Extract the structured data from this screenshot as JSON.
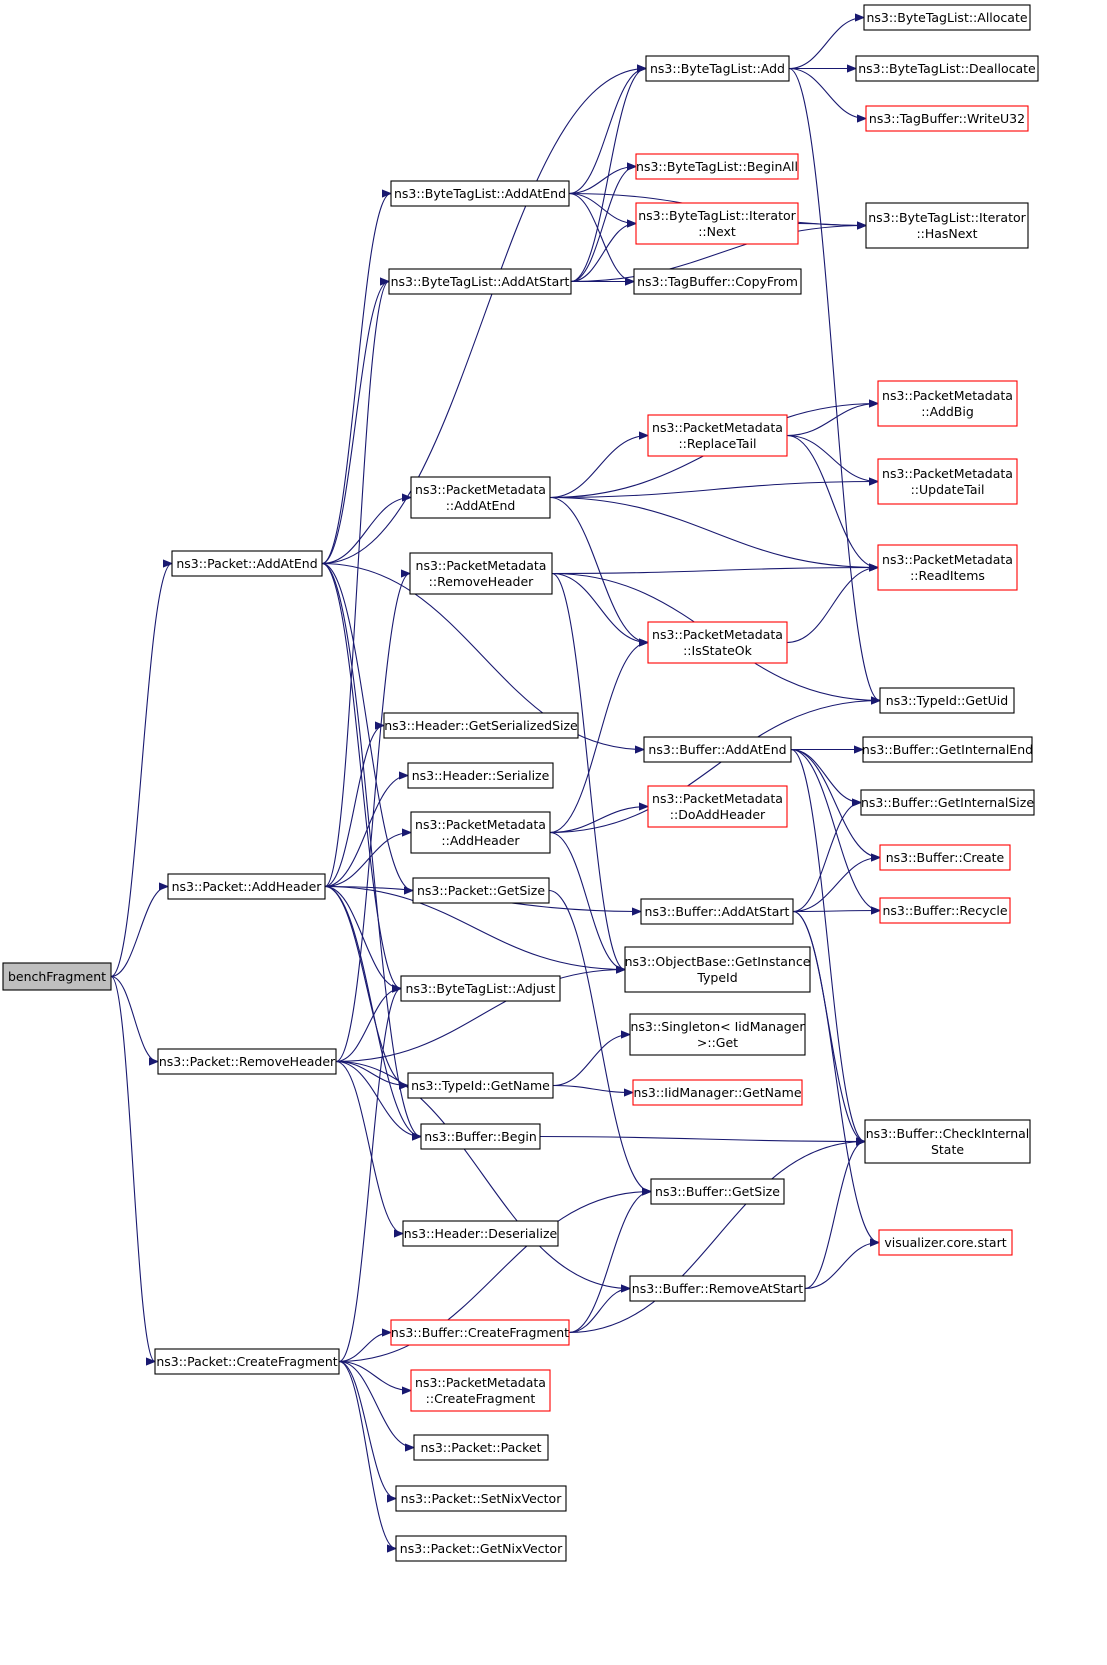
{
  "colors": {
    "edge": "#191970",
    "border_normal": "#000000",
    "border_truncated": "#ff0000",
    "root_fill": "#bfbfbf",
    "node_fill": "#ffffff"
  },
  "nodes": [
    {
      "id": "benchFragment",
      "lines": [
        "benchFragment"
      ],
      "style": "root"
    },
    {
      "id": "pkt_addatend",
      "lines": [
        "ns3::Packet::AddAtEnd"
      ],
      "style": "normal"
    },
    {
      "id": "pkt_addheader",
      "lines": [
        "ns3::Packet::AddHeader"
      ],
      "style": "normal"
    },
    {
      "id": "pkt_removeheader",
      "lines": [
        "ns3::Packet::RemoveHeader"
      ],
      "style": "normal"
    },
    {
      "id": "pkt_createfragment",
      "lines": [
        "ns3::Packet::CreateFragment"
      ],
      "style": "normal"
    },
    {
      "id": "btl_addatend",
      "lines": [
        "ns3::ByteTagList::AddAtEnd"
      ],
      "style": "normal"
    },
    {
      "id": "btl_addatstart",
      "lines": [
        "ns3::ByteTagList::AddAtStart"
      ],
      "style": "normal"
    },
    {
      "id": "pm_addatend",
      "lines": [
        "ns3::PacketMetadata",
        "::AddAtEnd"
      ],
      "style": "normal"
    },
    {
      "id": "pm_removeheader",
      "lines": [
        "ns3::PacketMetadata",
        "::RemoveHeader"
      ],
      "style": "normal"
    },
    {
      "id": "hdr_getsersize",
      "lines": [
        "ns3::Header::GetSerializedSize"
      ],
      "style": "normal"
    },
    {
      "id": "hdr_serialize",
      "lines": [
        "ns3::Header::Serialize"
      ],
      "style": "normal"
    },
    {
      "id": "pm_addheader",
      "lines": [
        "ns3::PacketMetadata",
        "::AddHeader"
      ],
      "style": "normal"
    },
    {
      "id": "pkt_getsize",
      "lines": [
        "ns3::Packet::GetSize"
      ],
      "style": "normal"
    },
    {
      "id": "btl_adjust",
      "lines": [
        "ns3::ByteTagList::Adjust"
      ],
      "style": "normal"
    },
    {
      "id": "typeid_getname",
      "lines": [
        "ns3::TypeId::GetName"
      ],
      "style": "normal"
    },
    {
      "id": "buf_begin",
      "lines": [
        "ns3::Buffer::Begin"
      ],
      "style": "normal"
    },
    {
      "id": "hdr_deserialize",
      "lines": [
        "ns3::Header::Deserialize"
      ],
      "style": "normal"
    },
    {
      "id": "buf_createfragment",
      "lines": [
        "ns3::Buffer::CreateFragment"
      ],
      "style": "truncated"
    },
    {
      "id": "pm_createfragment",
      "lines": [
        "ns3::PacketMetadata",
        "::CreateFragment"
      ],
      "style": "truncated"
    },
    {
      "id": "pkt_packet",
      "lines": [
        "ns3::Packet::Packet"
      ],
      "style": "normal"
    },
    {
      "id": "pkt_setnixvector",
      "lines": [
        "ns3::Packet::SetNixVector"
      ],
      "style": "normal"
    },
    {
      "id": "pkt_getnixvector",
      "lines": [
        "ns3::Packet::GetNixVector"
      ],
      "style": "normal"
    },
    {
      "id": "btl_add",
      "lines": [
        "ns3::ByteTagList::Add"
      ],
      "style": "normal"
    },
    {
      "id": "btl_beginall",
      "lines": [
        "ns3::ByteTagList::BeginAll"
      ],
      "style": "truncated"
    },
    {
      "id": "btl_iter_next",
      "lines": [
        "ns3::ByteTagList::Iterator",
        "::Next"
      ],
      "style": "truncated"
    },
    {
      "id": "tagbuf_copyfrom",
      "lines": [
        "ns3::TagBuffer::CopyFrom"
      ],
      "style": "normal"
    },
    {
      "id": "pm_replacetail",
      "lines": [
        "ns3::PacketMetadata",
        "::ReplaceTail"
      ],
      "style": "truncated"
    },
    {
      "id": "pm_isstateok",
      "lines": [
        "ns3::PacketMetadata",
        "::IsStateOk"
      ],
      "style": "truncated"
    },
    {
      "id": "buf_addatend",
      "lines": [
        "ns3::Buffer::AddAtEnd"
      ],
      "style": "normal"
    },
    {
      "id": "pm_doaddheader",
      "lines": [
        "ns3::PacketMetadata",
        "::DoAddHeader"
      ],
      "style": "truncated"
    },
    {
      "id": "buf_addatstart",
      "lines": [
        "ns3::Buffer::AddAtStart"
      ],
      "style": "normal"
    },
    {
      "id": "objbase_getinstancetypeid",
      "lines": [
        "ns3::ObjectBase::GetInstance",
        "TypeId"
      ],
      "style": "normal"
    },
    {
      "id": "singleton_get",
      "lines": [
        "ns3::Singleton< IidManager",
        ">::Get"
      ],
      "style": "normal"
    },
    {
      "id": "iidmanager_getname",
      "lines": [
        "ns3::IidManager::GetName"
      ],
      "style": "truncated"
    },
    {
      "id": "buf_getsize",
      "lines": [
        "ns3::Buffer::GetSize"
      ],
      "style": "normal"
    },
    {
      "id": "buf_removeatstart",
      "lines": [
        "ns3::Buffer::RemoveAtStart"
      ],
      "style": "normal"
    },
    {
      "id": "btl_allocate",
      "lines": [
        "ns3::ByteTagList::Allocate"
      ],
      "style": "normal"
    },
    {
      "id": "btl_deallocate",
      "lines": [
        "ns3::ByteTagList::Deallocate"
      ],
      "style": "normal"
    },
    {
      "id": "tagbuf_writeu32",
      "lines": [
        "ns3::TagBuffer::WriteU32"
      ],
      "style": "truncated"
    },
    {
      "id": "btl_iter_hasnext",
      "lines": [
        "ns3::ByteTagList::Iterator",
        "::HasNext"
      ],
      "style": "normal"
    },
    {
      "id": "pm_addbig",
      "lines": [
        "ns3::PacketMetadata",
        "::AddBig"
      ],
      "style": "truncated"
    },
    {
      "id": "pm_updatetail",
      "lines": [
        "ns3::PacketMetadata",
        "::UpdateTail"
      ],
      "style": "truncated"
    },
    {
      "id": "pm_readitems",
      "lines": [
        "ns3::PacketMetadata",
        "::ReadItems"
      ],
      "style": "truncated"
    },
    {
      "id": "typeid_getuid",
      "lines": [
        "ns3::TypeId::GetUid"
      ],
      "style": "normal"
    },
    {
      "id": "buf_getinternalend",
      "lines": [
        "ns3::Buffer::GetInternalEnd"
      ],
      "style": "normal"
    },
    {
      "id": "buf_getinternalsize",
      "lines": [
        "ns3::Buffer::GetInternalSize"
      ],
      "style": "normal"
    },
    {
      "id": "buf_create",
      "lines": [
        "ns3::Buffer::Create"
      ],
      "style": "truncated"
    },
    {
      "id": "buf_recycle",
      "lines": [
        "ns3::Buffer::Recycle"
      ],
      "style": "truncated"
    },
    {
      "id": "buf_checkinternalstate",
      "lines": [
        "ns3::Buffer::CheckInternal",
        "State"
      ],
      "style": "normal"
    },
    {
      "id": "visualizer_start",
      "lines": [
        "visualizer.core.start"
      ],
      "style": "truncated"
    }
  ],
  "edges": [
    [
      "benchFragment",
      "pkt_addatend"
    ],
    [
      "benchFragment",
      "pkt_addheader"
    ],
    [
      "benchFragment",
      "pkt_removeheader"
    ],
    [
      "benchFragment",
      "pkt_createfragment"
    ],
    [
      "pkt_addatend",
      "btl_add"
    ],
    [
      "pkt_addatend",
      "btl_addatend"
    ],
    [
      "pkt_addatend",
      "btl_addatstart"
    ],
    [
      "pkt_addatend",
      "pm_addatend"
    ],
    [
      "pkt_addatend",
      "buf_addatend"
    ],
    [
      "pkt_addatend",
      "pkt_getsize"
    ],
    [
      "pkt_addatend",
      "btl_adjust"
    ],
    [
      "pkt_addatend",
      "buf_begin"
    ],
    [
      "pkt_addheader",
      "hdr_getsersize"
    ],
    [
      "pkt_addheader",
      "hdr_serialize"
    ],
    [
      "pkt_addheader",
      "pm_addheader"
    ],
    [
      "pkt_addheader",
      "btl_adjust"
    ],
    [
      "pkt_addheader",
      "typeid_getname"
    ],
    [
      "pkt_addheader",
      "objbase_getinstancetypeid"
    ],
    [
      "pkt_addheader",
      "buf_addatstart"
    ],
    [
      "pkt_addheader",
      "btl_addatstart"
    ],
    [
      "pkt_addheader",
      "buf_begin"
    ],
    [
      "pkt_removeheader",
      "pm_removeheader"
    ],
    [
      "pkt_removeheader",
      "btl_adjust"
    ],
    [
      "pkt_removeheader",
      "objbase_getinstancetypeid"
    ],
    [
      "pkt_removeheader",
      "typeid_getname"
    ],
    [
      "pkt_removeheader",
      "buf_begin"
    ],
    [
      "pkt_removeheader",
      "hdr_deserialize"
    ],
    [
      "pkt_removeheader",
      "buf_removeatstart"
    ],
    [
      "pkt_createfragment",
      "btl_adjust"
    ],
    [
      "pkt_createfragment",
      "buf_getsize"
    ],
    [
      "pkt_createfragment",
      "buf_createfragment"
    ],
    [
      "pkt_createfragment",
      "pm_createfragment"
    ],
    [
      "pkt_createfragment",
      "pkt_packet"
    ],
    [
      "pkt_createfragment",
      "pkt_setnixvector"
    ],
    [
      "pkt_createfragment",
      "pkt_getnixvector"
    ],
    [
      "btl_addatend",
      "btl_add"
    ],
    [
      "btl_addatend",
      "btl_beginall"
    ],
    [
      "btl_addatend",
      "btl_iter_next"
    ],
    [
      "btl_addatend",
      "tagbuf_copyfrom"
    ],
    [
      "btl_addatend",
      "btl_iter_hasnext"
    ],
    [
      "btl_addatstart",
      "btl_add"
    ],
    [
      "btl_addatstart",
      "btl_beginall"
    ],
    [
      "btl_addatstart",
      "btl_iter_next"
    ],
    [
      "btl_addatstart",
      "tagbuf_copyfrom"
    ],
    [
      "btl_addatstart",
      "btl_iter_hasnext"
    ],
    [
      "btl_add",
      "btl_allocate"
    ],
    [
      "btl_add",
      "btl_deallocate"
    ],
    [
      "btl_add",
      "tagbuf_writeu32"
    ],
    [
      "btl_add",
      "typeid_getuid"
    ],
    [
      "btl_iter_next",
      "btl_iter_hasnext"
    ],
    [
      "pm_addatend",
      "pm_replacetail"
    ],
    [
      "pm_addatend",
      "pm_addbig"
    ],
    [
      "pm_addatend",
      "pm_updatetail"
    ],
    [
      "pm_addatend",
      "pm_readitems"
    ],
    [
      "pm_addatend",
      "pm_isstateok"
    ],
    [
      "pm_replacetail",
      "pm_addbig"
    ],
    [
      "pm_replacetail",
      "pm_updatetail"
    ],
    [
      "pm_replacetail",
      "pm_readitems"
    ],
    [
      "pm_removeheader",
      "pm_readitems"
    ],
    [
      "pm_removeheader",
      "pm_isstateok"
    ],
    [
      "pm_removeheader",
      "typeid_getuid"
    ],
    [
      "pm_removeheader",
      "objbase_getinstancetypeid"
    ],
    [
      "pm_isstateok",
      "pm_readitems"
    ],
    [
      "pm_addheader",
      "pm_isstateok"
    ],
    [
      "pm_addheader",
      "pm_doaddheader"
    ],
    [
      "pm_addheader",
      "typeid_getuid"
    ],
    [
      "pm_addheader",
      "objbase_getinstancetypeid"
    ],
    [
      "pkt_getsize",
      "buf_getsize"
    ],
    [
      "buf_addatend",
      "buf_getinternalend"
    ],
    [
      "buf_addatend",
      "buf_getinternalsize"
    ],
    [
      "buf_addatend",
      "buf_create"
    ],
    [
      "buf_addatend",
      "buf_recycle"
    ],
    [
      "buf_addatend",
      "buf_checkinternalstate"
    ],
    [
      "buf_addatstart",
      "buf_getinternalsize"
    ],
    [
      "buf_addatstart",
      "buf_create"
    ],
    [
      "buf_addatstart",
      "buf_recycle"
    ],
    [
      "buf_addatstart",
      "buf_checkinternalstate"
    ],
    [
      "buf_addatstart",
      "visualizer_start"
    ],
    [
      "typeid_getname",
      "singleton_get"
    ],
    [
      "typeid_getname",
      "iidmanager_getname"
    ],
    [
      "buf_begin",
      "buf_checkinternalstate"
    ],
    [
      "buf_createfragment",
      "buf_getsize"
    ],
    [
      "buf_createfragment",
      "buf_removeatstart"
    ],
    [
      "buf_createfragment",
      "buf_checkinternalstate"
    ],
    [
      "buf_removeatstart",
      "buf_checkinternalstate"
    ],
    [
      "buf_removeatstart",
      "visualizer_start"
    ]
  ]
}
